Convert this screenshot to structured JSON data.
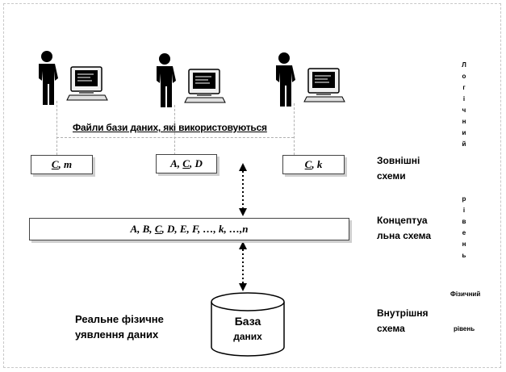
{
  "files_label": "Файли бази даних, які використовуються",
  "external_views": [
    {
      "letter": "C",
      "rest": ", m"
    },
    {
      "pre": "A, ",
      "letter": "C",
      "rest": ", D"
    },
    {
      "letter": "C",
      "rest": ", k"
    }
  ],
  "conceptual": {
    "pre": "A, B, ",
    "letter": "C",
    "rest": ", D, E, F, …, k, …,n"
  },
  "database": {
    "line1": "База",
    "line2": "даних"
  },
  "physical": {
    "line1": "Реальне фізичне",
    "line2": "уявлення даних"
  },
  "levels": {
    "external": {
      "line1": "Зовнішні",
      "line2": "схеми"
    },
    "conceptual": {
      "line1": "Концептуа",
      "line2": "льна схема"
    },
    "internal": {
      "line1": "Внутрішня",
      "line2": "схема"
    }
  },
  "vertical_labels": {
    "logical": "Логічний",
    "level1": "рівень",
    "physical": "Фізичний",
    "level2": "рівень"
  }
}
